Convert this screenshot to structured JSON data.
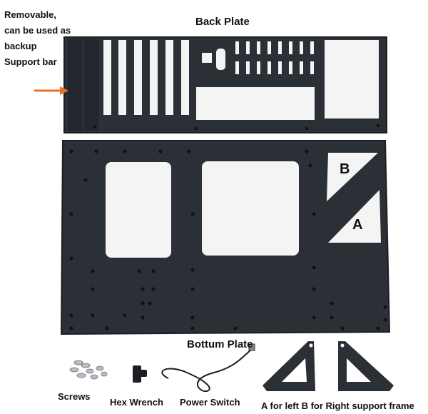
{
  "labels": {
    "side_note": "Removable,\ncan be used as\nbackup\nSupport bar",
    "back_plate": "Back Plate",
    "bottom_plate": "Bottum Plate",
    "marker_b": "B",
    "marker_a": "A",
    "screws": "Screws",
    "hex_wrench": "Hex Wrench",
    "power_switch": "Power Switch",
    "support_frame": "A for left B for Right support frame"
  },
  "colors": {
    "plate": "#2b2f36",
    "plate_edge": "#1b1e23",
    "cutout": "#f4f4f4",
    "arrow": "#e8731f",
    "hole": "#0e1014"
  }
}
